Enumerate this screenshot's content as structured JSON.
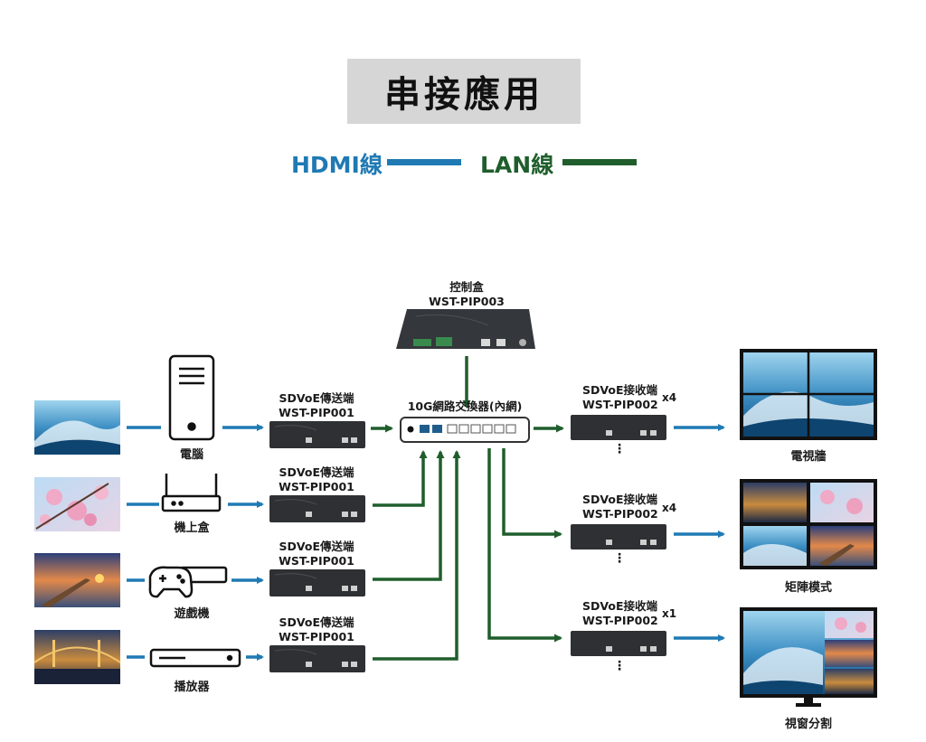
{
  "title": "串接應用",
  "legend": {
    "hdmi": {
      "label": "HDMI線",
      "color": "#1f7ab3"
    },
    "lan": {
      "label": "LAN線",
      "color": "#1f5e2c"
    }
  },
  "controller": {
    "name": "控制盒",
    "model": "WST-PIP003"
  },
  "switch": {
    "label": "10G網路交換器(內網)"
  },
  "sources": [
    {
      "name": "電腦",
      "icon": "desktop-pc-icon"
    },
    {
      "name": "機上盒",
      "icon": "router-box-icon"
    },
    {
      "name": "遊戲機",
      "icon": "game-console-icon"
    },
    {
      "name": "播放器",
      "icon": "media-player-icon"
    }
  ],
  "transmitters": [
    {
      "name": "SDVoE傳送端",
      "model": "WST-PIP001"
    },
    {
      "name": "SDVoE傳送端",
      "model": "WST-PIP001"
    },
    {
      "name": "SDVoE傳送端",
      "model": "WST-PIP001"
    },
    {
      "name": "SDVoE傳送端",
      "model": "WST-PIP001"
    }
  ],
  "receivers": [
    {
      "name": "SDVoE接收端",
      "model": "WST-PIP002",
      "count": "x4"
    },
    {
      "name": "SDVoE接收端",
      "model": "WST-PIP002",
      "count": "x4"
    },
    {
      "name": "SDVoE接收端",
      "model": "WST-PIP002",
      "count": "x1"
    }
  ],
  "outputs": [
    {
      "name": "電視牆"
    },
    {
      "name": "矩陣模式"
    },
    {
      "name": "視窗分割"
    }
  ],
  "ellipsis": "⋮"
}
